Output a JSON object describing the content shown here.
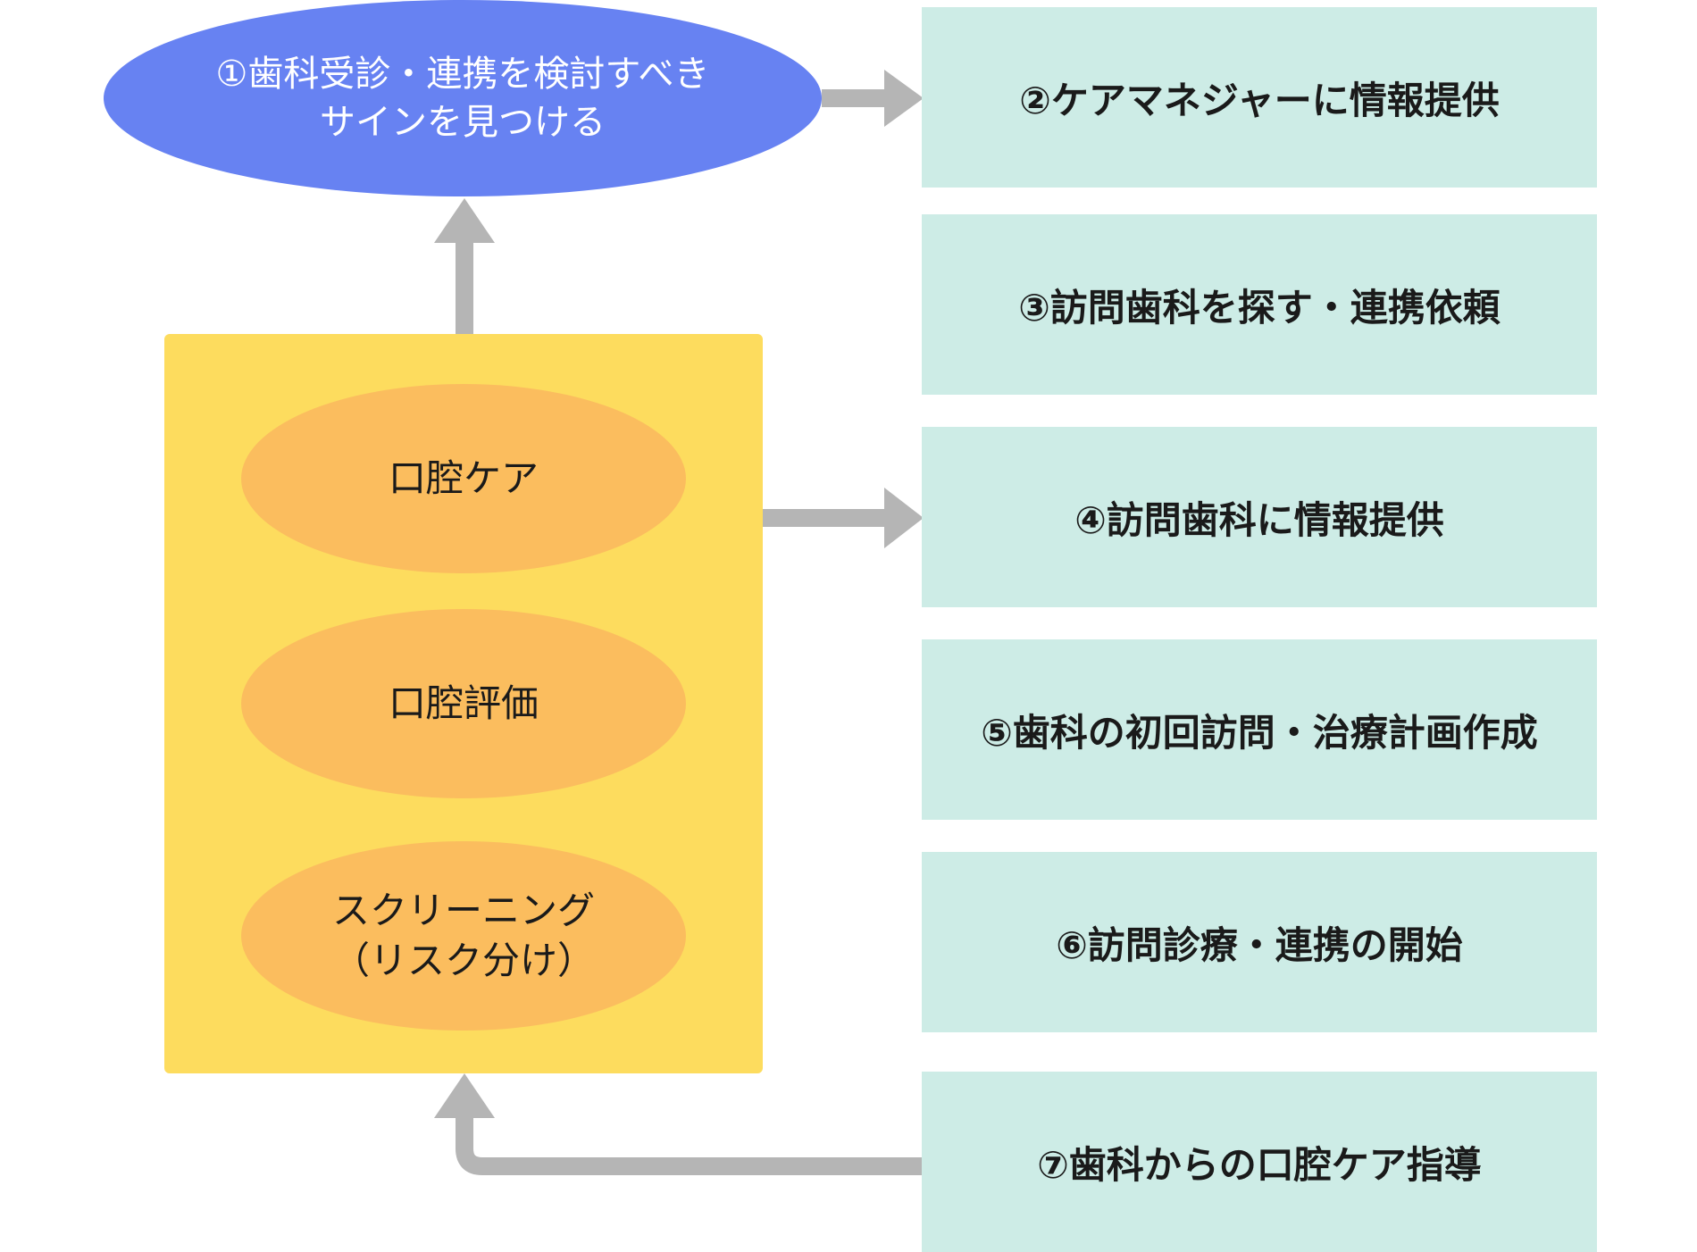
{
  "colors": {
    "ellipse_blue": "#6782f2",
    "box_mint": "#cdece6",
    "panel_yellow": "#fddc5e",
    "ellipse_orange": "#fbbd5e",
    "arrow_gray": "#b5b5b5"
  },
  "top_sign": {
    "line1": "①歯科受診・連携を検討すべき",
    "line2": "サインを見つける"
  },
  "steps": [
    {
      "label": "②ケアマネジャーに情報提供"
    },
    {
      "label": "③訪問歯科を探す・連携依頼"
    },
    {
      "label": "④訪問歯科に情報提供"
    },
    {
      "label": "⑤歯科の初回訪問・治療計画作成"
    },
    {
      "label": "⑥訪問診療・連携の開始"
    },
    {
      "label": "⑦歯科からの口腔ケア指導"
    }
  ],
  "panel": {
    "items": [
      {
        "line1": "口腔ケア",
        "line2": ""
      },
      {
        "line1": "口腔評価",
        "line2": ""
      },
      {
        "line1": "スクリーニング",
        "line2": "（リスク分け）"
      }
    ]
  }
}
